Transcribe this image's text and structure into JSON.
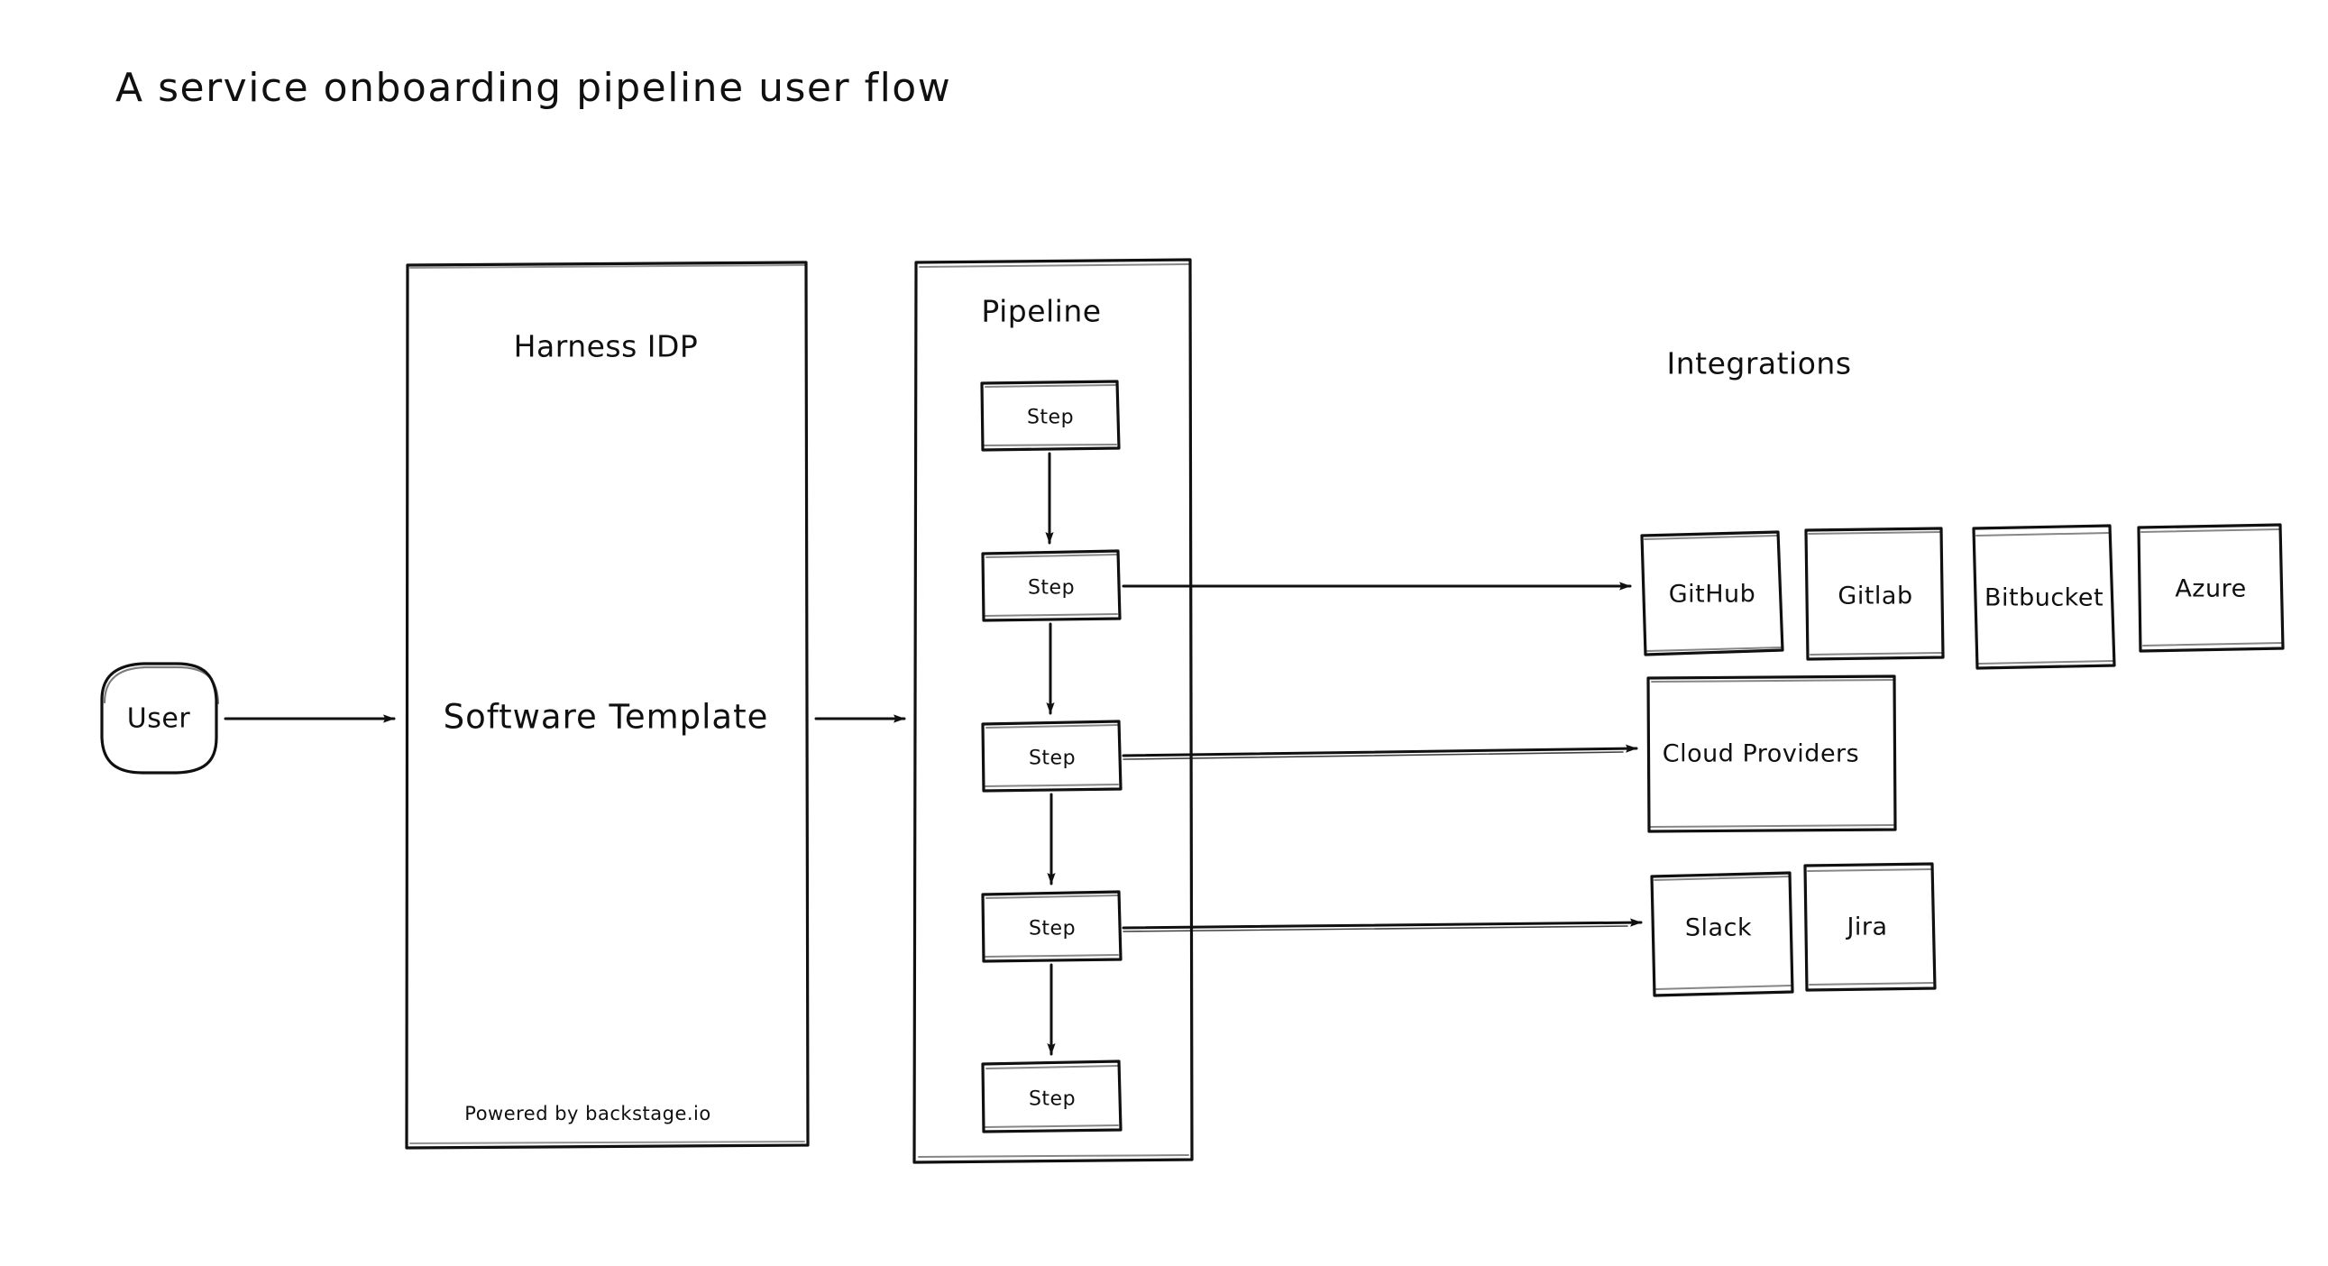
{
  "diagram": {
    "title": "A service onboarding pipeline user flow",
    "background_color": "#ffffff",
    "stroke_color": "#101010"
  },
  "actors": {
    "user": {
      "label": "User",
      "shape": "rounded-rectangle"
    }
  },
  "idp_panel": {
    "title": "Harness IDP",
    "center_label": "Software Template",
    "footer": "Powered by backstage.io"
  },
  "pipeline_panel": {
    "title": "Pipeline",
    "steps": [
      {
        "label": "Step"
      },
      {
        "label": "Step"
      },
      {
        "label": "Step"
      },
      {
        "label": "Step"
      },
      {
        "label": "Step"
      }
    ]
  },
  "integrations": {
    "title": "Integrations",
    "rows": [
      {
        "name": "scm-row",
        "items": [
          {
            "label": "GitHub"
          },
          {
            "label": "Gitlab"
          },
          {
            "label": "Bitbucket"
          },
          {
            "label": "Azure"
          }
        ]
      },
      {
        "name": "cloud-row",
        "items": [
          {
            "label": "Cloud Providers"
          }
        ]
      },
      {
        "name": "collab-row",
        "items": [
          {
            "label": "Slack"
          },
          {
            "label": "Jira"
          }
        ]
      }
    ]
  },
  "connections": [
    {
      "from": "user",
      "to": "idp-panel"
    },
    {
      "from": "idp-panel",
      "to": "pipeline-panel"
    },
    {
      "from": "step-1",
      "to": "step-2"
    },
    {
      "from": "step-2",
      "to": "step-3"
    },
    {
      "from": "step-3",
      "to": "step-4"
    },
    {
      "from": "step-4",
      "to": "step-5"
    },
    {
      "from": "step-2",
      "to": "github"
    },
    {
      "from": "step-3",
      "to": "cloud-providers"
    },
    {
      "from": "step-4",
      "to": "slack"
    }
  ]
}
